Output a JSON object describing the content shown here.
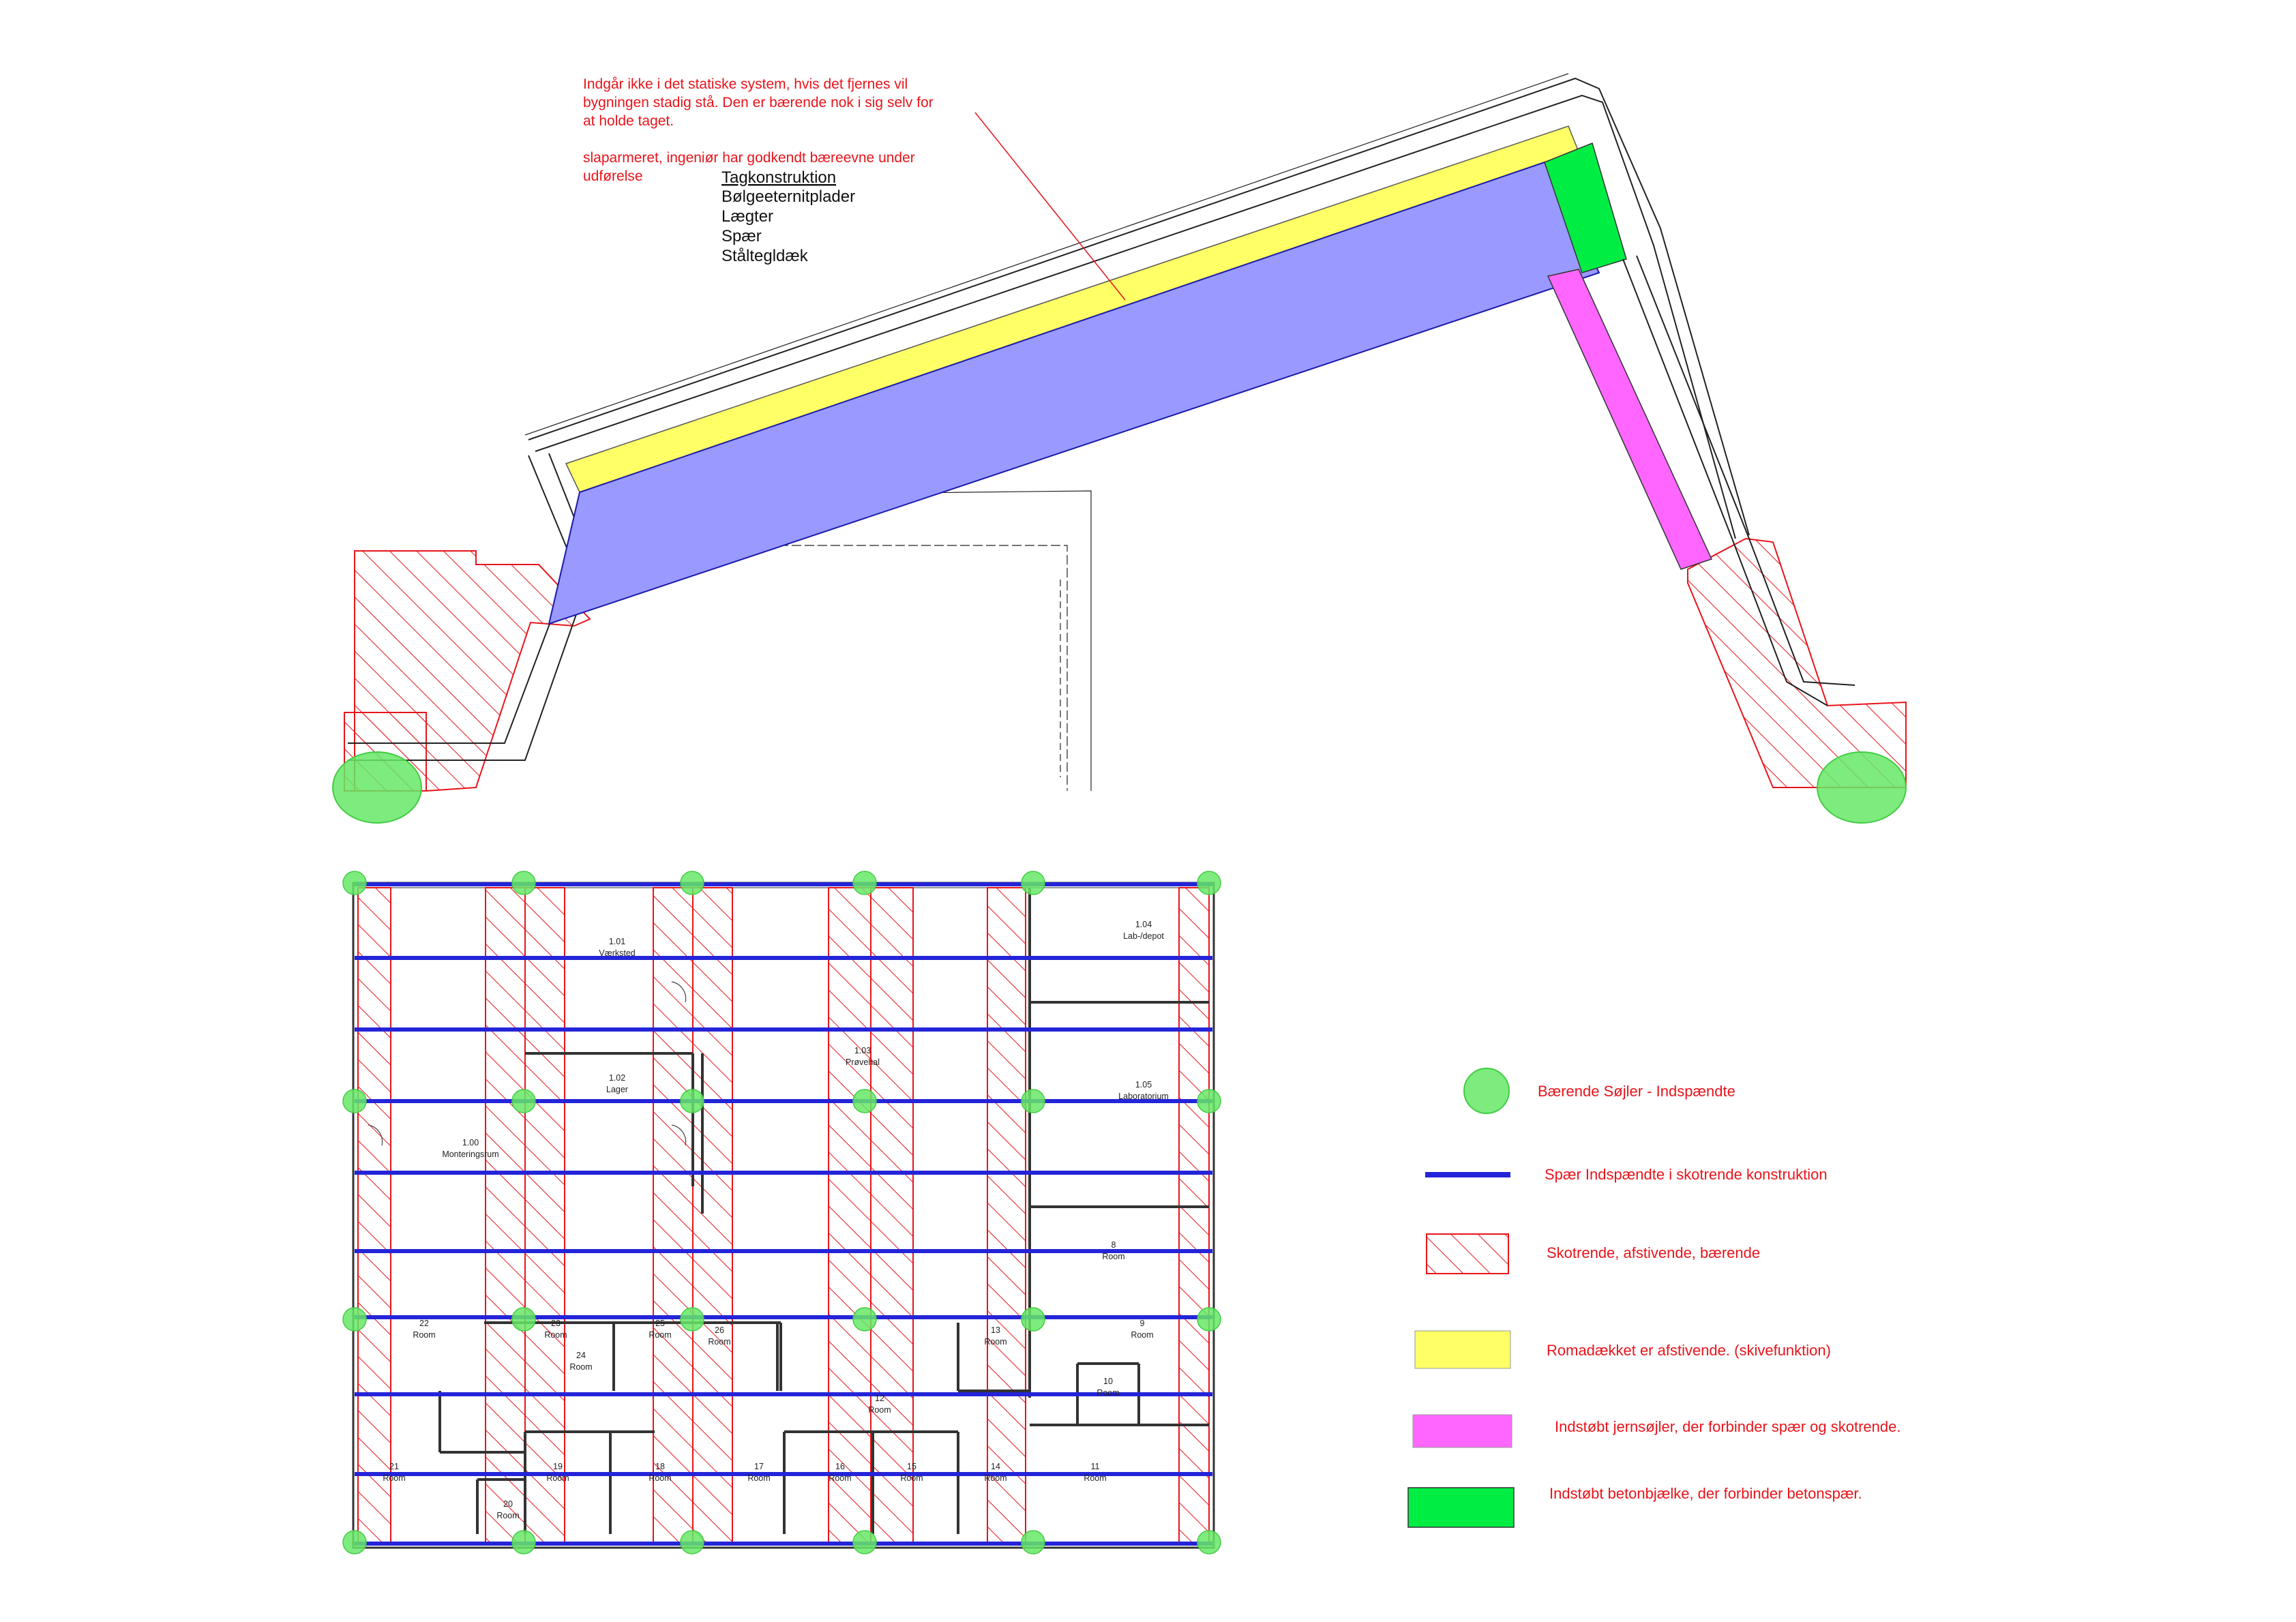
{
  "section": {
    "note_lines": [
      "Indgår ikke i det statiske system, hvis det fjernes vil",
      "bygningen stadig stå. Den er bærende nok i sig selv for",
      "at holde taget.",
      "",
      "slaparmeret, ingeniør har godkendt bæreevne under",
      "udførelse"
    ],
    "roof_title": "Tagkonstruktion",
    "roof_layers": [
      "Bølgeeternitplader",
      "Lægter",
      "Spær",
      "Ståltegldæk"
    ]
  },
  "plan": {
    "rooms": [
      {
        "id": "r101n",
        "text": "1.01"
      },
      {
        "id": "r101t",
        "text": "Værksted"
      },
      {
        "id": "r104n",
        "text": "1.04"
      },
      {
        "id": "r104t",
        "text": "Lab-/depot"
      },
      {
        "id": "r103n",
        "text": "1.03"
      },
      {
        "id": "r103t",
        "text": "Prøvehal"
      },
      {
        "id": "r102n",
        "text": "1.02"
      },
      {
        "id": "r102t",
        "text": "Lager"
      },
      {
        "id": "r105n",
        "text": "1.05"
      },
      {
        "id": "r105t",
        "text": "Laboratorium"
      },
      {
        "id": "r100n",
        "text": "1.00"
      },
      {
        "id": "r100t",
        "text": "Monteringsrum"
      },
      {
        "id": "r8n",
        "text": "8"
      },
      {
        "id": "r8t",
        "text": "Room"
      },
      {
        "id": "r22n",
        "text": "22"
      },
      {
        "id": "r22t",
        "text": "Room"
      },
      {
        "id": "r23n",
        "text": "23"
      },
      {
        "id": "r23t",
        "text": "Room"
      },
      {
        "id": "r24n",
        "text": "24"
      },
      {
        "id": "r24t",
        "text": "Room"
      },
      {
        "id": "r25n",
        "text": "25"
      },
      {
        "id": "r25t",
        "text": "Room"
      },
      {
        "id": "r26n",
        "text": "26"
      },
      {
        "id": "r26t",
        "text": "Room"
      },
      {
        "id": "r13n",
        "text": "13"
      },
      {
        "id": "r13t",
        "text": "Room"
      },
      {
        "id": "r9n",
        "text": "9"
      },
      {
        "id": "r9t",
        "text": "Room"
      },
      {
        "id": "r10n",
        "text": "10"
      },
      {
        "id": "r10t",
        "text": "Room"
      },
      {
        "id": "r12n",
        "text": "12"
      },
      {
        "id": "r12t",
        "text": "Room"
      },
      {
        "id": "r21n",
        "text": "21"
      },
      {
        "id": "r21t",
        "text": "Room"
      },
      {
        "id": "r19n",
        "text": "19"
      },
      {
        "id": "r19t",
        "text": "Room"
      },
      {
        "id": "r18n",
        "text": "18"
      },
      {
        "id": "r18t",
        "text": "Room"
      },
      {
        "id": "r17n",
        "text": "17"
      },
      {
        "id": "r17t",
        "text": "Room"
      },
      {
        "id": "r16n",
        "text": "16"
      },
      {
        "id": "r16t",
        "text": "Room"
      },
      {
        "id": "r15n",
        "text": "15"
      },
      {
        "id": "r15t",
        "text": "Room"
      },
      {
        "id": "r14n",
        "text": "14"
      },
      {
        "id": "r14t",
        "text": "Room"
      },
      {
        "id": "r11n",
        "text": "11"
      },
      {
        "id": "r11t",
        "text": "Room"
      },
      {
        "id": "r20n",
        "text": "20"
      },
      {
        "id": "r20t",
        "text": "Room"
      }
    ]
  },
  "legend": [
    {
      "symbol": "green-circle",
      "label": "Bærende Søjler - Indspændte",
      "color": "#66e866"
    },
    {
      "symbol": "blue-line",
      "label": "Spær Indspændte i skotrende konstruktion",
      "color": "#2424d8"
    },
    {
      "symbol": "red-hatch",
      "label": "Skotrende, afstivende, bærende",
      "color": "#e8141b"
    },
    {
      "symbol": "yellow-box",
      "label": "Romadækket er afstivende. (skivefunktion)",
      "color": "#ffff66"
    },
    {
      "symbol": "magenta-box",
      "label": "Indstøbt jernsøjler, der forbinder spær og skotrende.",
      "color": "#ff66ff"
    },
    {
      "symbol": "green-box",
      "label": "Indstøbt betonbjælke, der forbinder betonspær.",
      "color": "#00ee44"
    }
  ]
}
